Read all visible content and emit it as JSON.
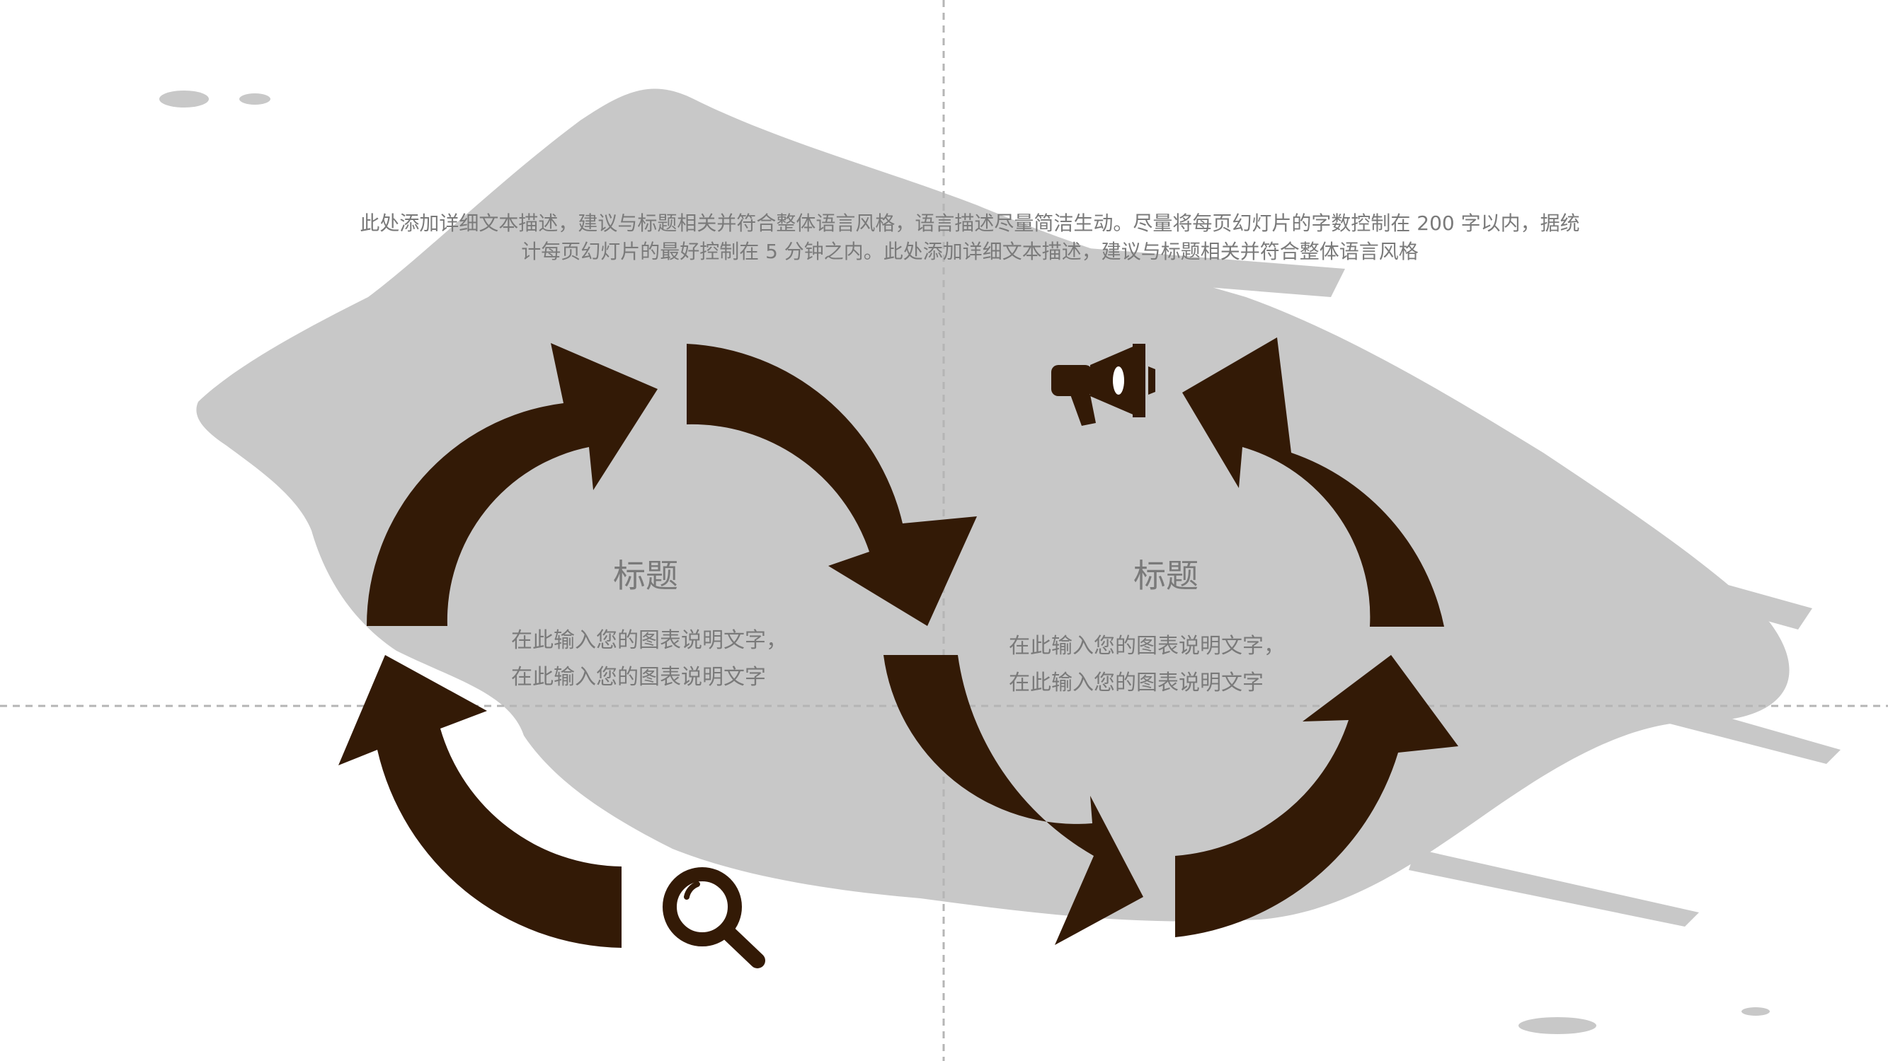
{
  "description": {
    "line1": "此处添加详细文本描述，建议与标题相关并符合整体语言风格，语言描述尽量简洁生动。尽量将每页幻灯片的字数控制在 200 字以内，据统",
    "line2": "计每页幻灯片的最好控制在 5 分钟之内。此处添加详细文本描述，建议与标题相关并符合整体语言风格"
  },
  "left_block": {
    "title": "标题",
    "caption_line1": "在此输入您的图表说明文字，",
    "caption_line2": "在此输入您的图表说明文字"
  },
  "right_block": {
    "title": "标题",
    "caption_line1": "在此输入您的图表说明文字，",
    "caption_line2": "在此输入您的图表说明文字"
  },
  "icons": {
    "left": "magnifier-icon",
    "right": "megaphone-icon"
  },
  "colors": {
    "arrow": "#331a06",
    "brush": "#c8c8c8",
    "text": "#7a7a7a",
    "guide": "#b5b5b5"
  }
}
